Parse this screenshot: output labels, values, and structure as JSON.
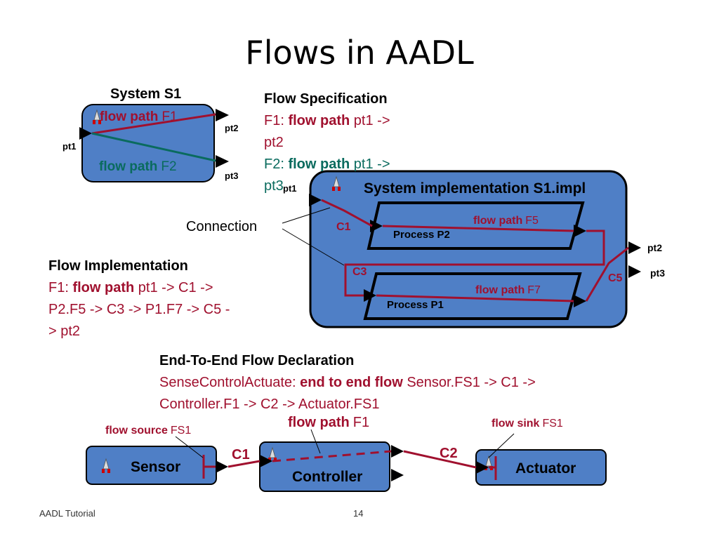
{
  "title": "Flows in AADL",
  "flow_spec": {
    "heading": "Flow Specification",
    "f1_id": "F1:",
    "f1_kw": "flow path",
    "f1_rest_a": "pt1 ->",
    "f1_rest_b": "pt2",
    "f2_id": "F2:",
    "f2_kw": "flow path",
    "f2_rest_a": "pt1 ->",
    "f2_rest_b": "pt3"
  },
  "flow_impl": {
    "heading": "Flow Implementation",
    "id": "F1:",
    "kw": "flow path",
    "line1_rest": "pt1 -> C1 ->",
    "line2": "P2.F5 -> C3 -> P1.F7 -> C5 -",
    "line3": "> pt2"
  },
  "e2e": {
    "heading": "End-To-End Flow Declaration",
    "name": "SenseControlActuate:",
    "kw": "end to end flow",
    "line1_rest": "Sensor.FS1 -> C1 ->",
    "line2": "Controller.F1 -> C2 -> Actuator.FS1"
  },
  "system_s1": {
    "label": "System S1",
    "f1_kw": "flow path",
    "f1_name": "F1",
    "f2_kw": "flow path",
    "f2_name": "F2",
    "port_in": "pt1",
    "port_out1": "pt2",
    "port_out2": "pt3"
  },
  "impl": {
    "label": "System implementation S1.impl",
    "port_in": "pt1",
    "port_out1": "pt2",
    "port_out2": "pt3",
    "p2_label": "Process P2",
    "p1_label": "Process P1",
    "f5_kw": "flow path",
    "f5_name": "F5",
    "f7_kw": "flow path",
    "f7_name": "F7",
    "c1": "C1",
    "c3": "C3",
    "c5": "C5"
  },
  "connection_label": "Connection",
  "e2e_diagram": {
    "sensor": "Sensor",
    "controller": "Controller",
    "actuator": "Actuator",
    "c1": "C1",
    "c2": "C2",
    "source_kw": "flow source",
    "source_name": "FS1",
    "path_kw": "flow path",
    "path_name": "F1",
    "sink_kw": "flow sink",
    "sink_name": "FS1"
  },
  "footer": {
    "left": "AADL Tutorial",
    "page": "14"
  },
  "colors": {
    "box_fill": "#4f7fc6",
    "flow_red": "#a0102e",
    "flow_teal": "#0a6b5e"
  }
}
